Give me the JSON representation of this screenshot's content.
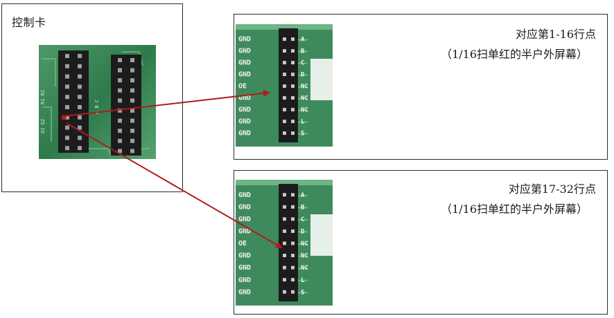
{
  "controller_panel": {
    "title": "控制卡"
  },
  "top_panel": {
    "caption_line1": "对应第1-16行点",
    "caption_line2": "（1/16扫单红的半户外屏幕）"
  },
  "bottom_panel": {
    "caption_line1": "对应第17-32行点",
    "caption_line2": "（1/16扫单红的半户外屏幕）"
  },
  "connector_labels": [
    "GND",
    "GND",
    "GND",
    "GND",
    "OE",
    "GND",
    "GND",
    "GND",
    "GND"
  ],
  "connector_side_labels": [
    "A",
    "B",
    "C",
    "D",
    "NC",
    "NC",
    "NC",
    "L",
    "S"
  ],
  "colors": {
    "arrow": "#b01c1c",
    "board_green": "#3f8a5c",
    "header_black": "#1c1c1c",
    "border": "#2b2b2b"
  }
}
